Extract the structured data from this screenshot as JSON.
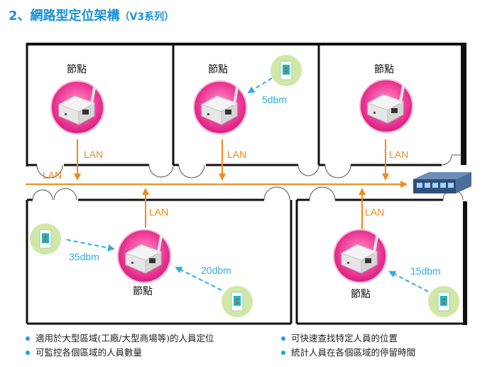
{
  "title": {
    "main": "2、網路型定位架構",
    "sub": "（V3系列）"
  },
  "node_label": "節點",
  "lan_label": "LAN",
  "signals": {
    "room2": "5dbm",
    "left": "35dbm",
    "mid": "20dbm",
    "right": "15dbm"
  },
  "bullets": [
    "適用於大型區域(工廠/大型商場等)的人員定位",
    "可快速查找特定人員的位置",
    "可監控各個區域的人員數量",
    "統計人員在各個區域的停留時間"
  ],
  "colors": {
    "accent": "#1a8fd6",
    "lan": "#f08a1c",
    "signal": "#2eaee0",
    "node_ring": "#e8288f",
    "tag": "#cfe8a6"
  }
}
